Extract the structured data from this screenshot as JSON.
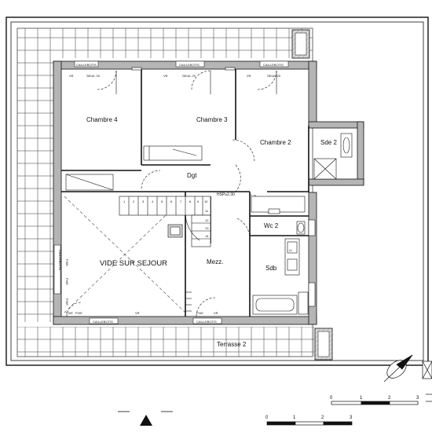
{
  "rooms": {
    "chambre4": "Chambre 4",
    "chambre3": "Chambre 3",
    "chambre2": "Chambre 2",
    "sde2": "Sde 2",
    "dgt": "Dgt",
    "vide_sur_sejour": "VIDE SUR SEJOUR",
    "mezz": "Mezz.",
    "wc2": "Wc 2",
    "sdb": "Sdb",
    "terrasse2": "Terrasse 2"
  },
  "annotations": {
    "caillebotis": "CAILLEBOTIS",
    "caillebotis_vertical": "CAILLEBOTIS",
    "seuil": "SEUIL 20",
    "vr": "VR",
    "fixe": "FIXE",
    "height_mark": "HSP≥2.30",
    "ll": "LL"
  },
  "stair_numbers": [
    "1",
    "2",
    "3",
    "4",
    "5",
    "6",
    "7",
    "8",
    "9",
    "10",
    "11",
    "12",
    "13",
    "14"
  ],
  "scale_bars": {
    "upper": [
      "0",
      "1",
      "2",
      "3"
    ],
    "lower": [
      "0",
      "1",
      "2",
      "3"
    ]
  },
  "colors": {
    "wall_fill": "#b5b5b5",
    "line": "#111111",
    "grid": "#444444"
  }
}
